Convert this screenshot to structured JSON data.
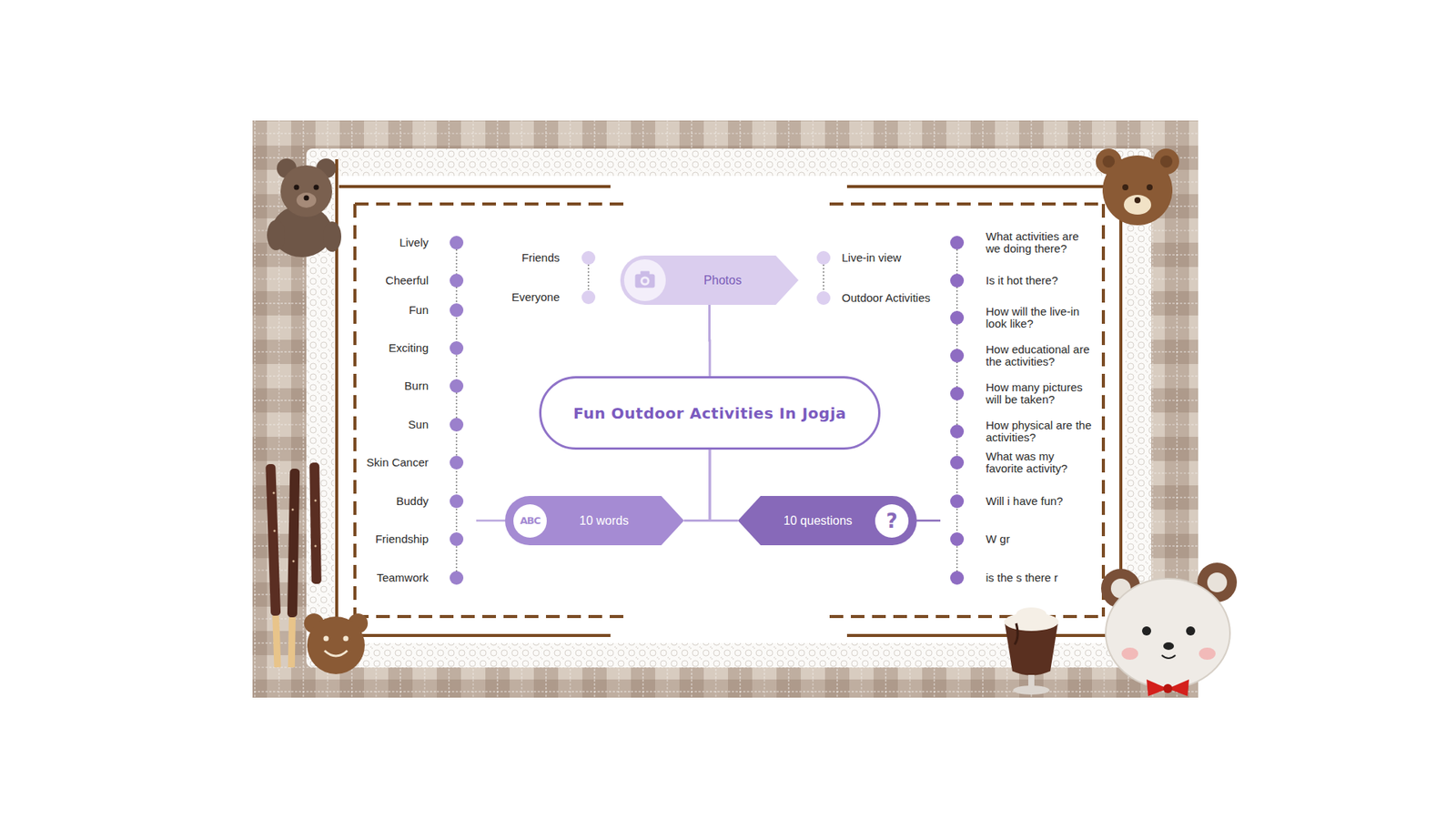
{
  "diagram": {
    "nodes": [
      {
        "text": [
          "Photos"
        ]
      },
      {
        "text": [
          "Fun Outdoor Activities In Jogja"
        ]
      },
      {
        "text": [
          "ABC",
          "10 words"
        ]
      },
      {
        "text": [
          "10 questions",
          "?"
        ]
      }
    ],
    "edges": [
      {
        "from": 1,
        "to": 0,
        "arrow": "none"
      },
      {
        "from": 1,
        "to": 2,
        "arrow": "none"
      },
      {
        "from": 1,
        "to": 3,
        "arrow": "none"
      }
    ],
    "labels": [
      "Lively",
      "Cheerful",
      "Fun",
      "Exciting",
      "Burn",
      "Sun",
      "Skin Cancer",
      "Buddy",
      "Friendship",
      "Teamwork",
      "Friends",
      "Everyone",
      "Live-in view",
      "Outdoor Activities",
      "What activities are we doing there?",
      "Is it hot there?",
      "How will the live-in look like?",
      "How educational are the activities?",
      "How many pictures will be taken?",
      "How physical are the activities?",
      "What was my favorite activity?",
      "Will i have fun?",
      "W gr",
      "is the s there r"
    ]
  }
}
